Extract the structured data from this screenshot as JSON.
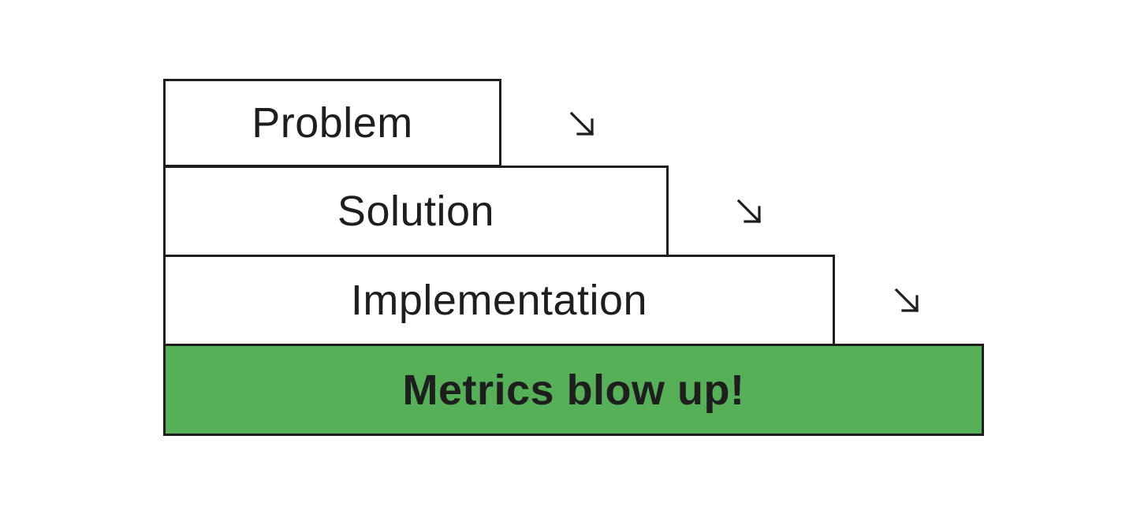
{
  "steps": [
    {
      "label": "Problem"
    },
    {
      "label": "Solution"
    },
    {
      "label": "Implementation"
    },
    {
      "label": "Metrics blow up!"
    }
  ],
  "colors": {
    "border": "#1e1e1e",
    "highlight": "#55b058",
    "background": "#ffffff"
  },
  "icons": {
    "arrow": "arrow-down-right-icon"
  }
}
